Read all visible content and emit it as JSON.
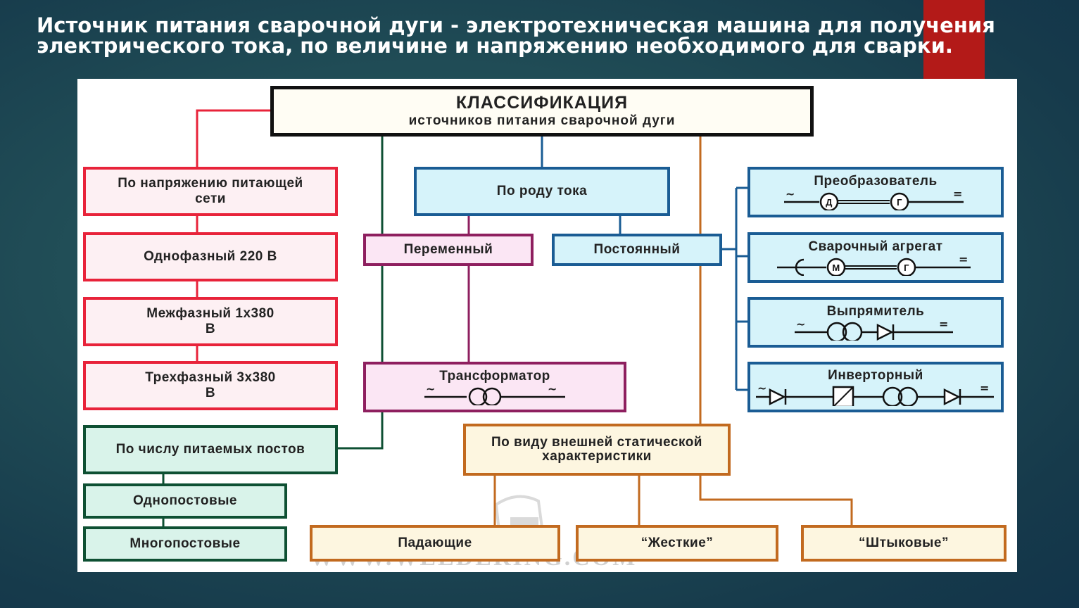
{
  "slide": {
    "title": "Источник питания сварочной дуги - электротехническая машина для получения электрического тока, по величине и напряжению необходимого для сварки.",
    "accent_color": "#b31a18",
    "background_color": "#1f4c56"
  },
  "diagram": {
    "root": {
      "title": "КЛАССИФИКАЦИЯ",
      "subtitle": "источников питания сварочной дуги"
    },
    "voltage_branch": {
      "header": "По напряжению питающей сети",
      "items": [
        "Однофазный 220 В",
        "Межфазный 1х380 В",
        "Трехфазный 3х380 В"
      ],
      "color": "#e8233a"
    },
    "current_branch": {
      "header": "По роду тока",
      "alternating": "Переменный",
      "direct": "Постоянный",
      "color": "#1a5c94"
    },
    "transformer": {
      "label": "Трансформатор",
      "symbol": "transformer-symbol",
      "input": "~",
      "output": "~"
    },
    "dc_sources": [
      {
        "label": "Преобразователь",
        "symbol": "motor-generator-symbol",
        "circle1": "Д",
        "circle2": "Г",
        "input": "~",
        "output": "="
      },
      {
        "label": "Сварочный агрегат",
        "symbol": "engine-generator-symbol",
        "circle1": "М",
        "circle2": "Г",
        "output": "="
      },
      {
        "label": "Выпрямитель",
        "symbol": "transformer-diode-symbol",
        "input": "~",
        "output": "="
      },
      {
        "label": "Инверторный",
        "symbol": "inverter-symbol",
        "input": "~",
        "output": "="
      }
    ],
    "posts_branch": {
      "header": "По числу питаемых постов",
      "items": [
        "Однопостовые",
        "Многопостовые"
      ],
      "color": "#0e5033"
    },
    "characteristic_branch": {
      "header": "По виду внешней статической характеристики",
      "items": [
        "Падающие",
        "“Жесткие”",
        "“Штыковые”"
      ],
      "color": "#c26a1f"
    },
    "watermark": "WWW.WELDERING.COM"
  }
}
